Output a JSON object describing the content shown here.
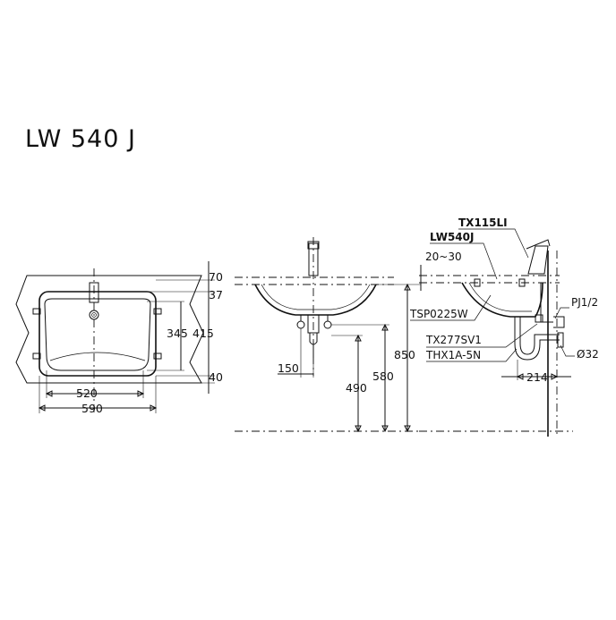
{
  "title": "LW 540 J",
  "plan_view": {
    "dim_width_inner": "520",
    "dim_width_outer": "590",
    "dim_depth_inner": "345",
    "dim_depth_outer": "415",
    "dim_top_offset": "70",
    "dim_top_inner": "37",
    "dim_bottom": "40"
  },
  "front_view": {
    "dim_150": "150",
    "dim_490": "490",
    "dim_580": "580",
    "dim_850": "850"
  },
  "side_view": {
    "label_faucet": "TX115LI",
    "label_basin": "LW540J",
    "label_range": "20~30",
    "label_waste": "TSP0225W",
    "label_supply": "TX277SV1",
    "label_trap": "THX1A-5N",
    "label_pj": "PJ1/2",
    "label_dia": "Ø32",
    "dim_214": "214"
  }
}
